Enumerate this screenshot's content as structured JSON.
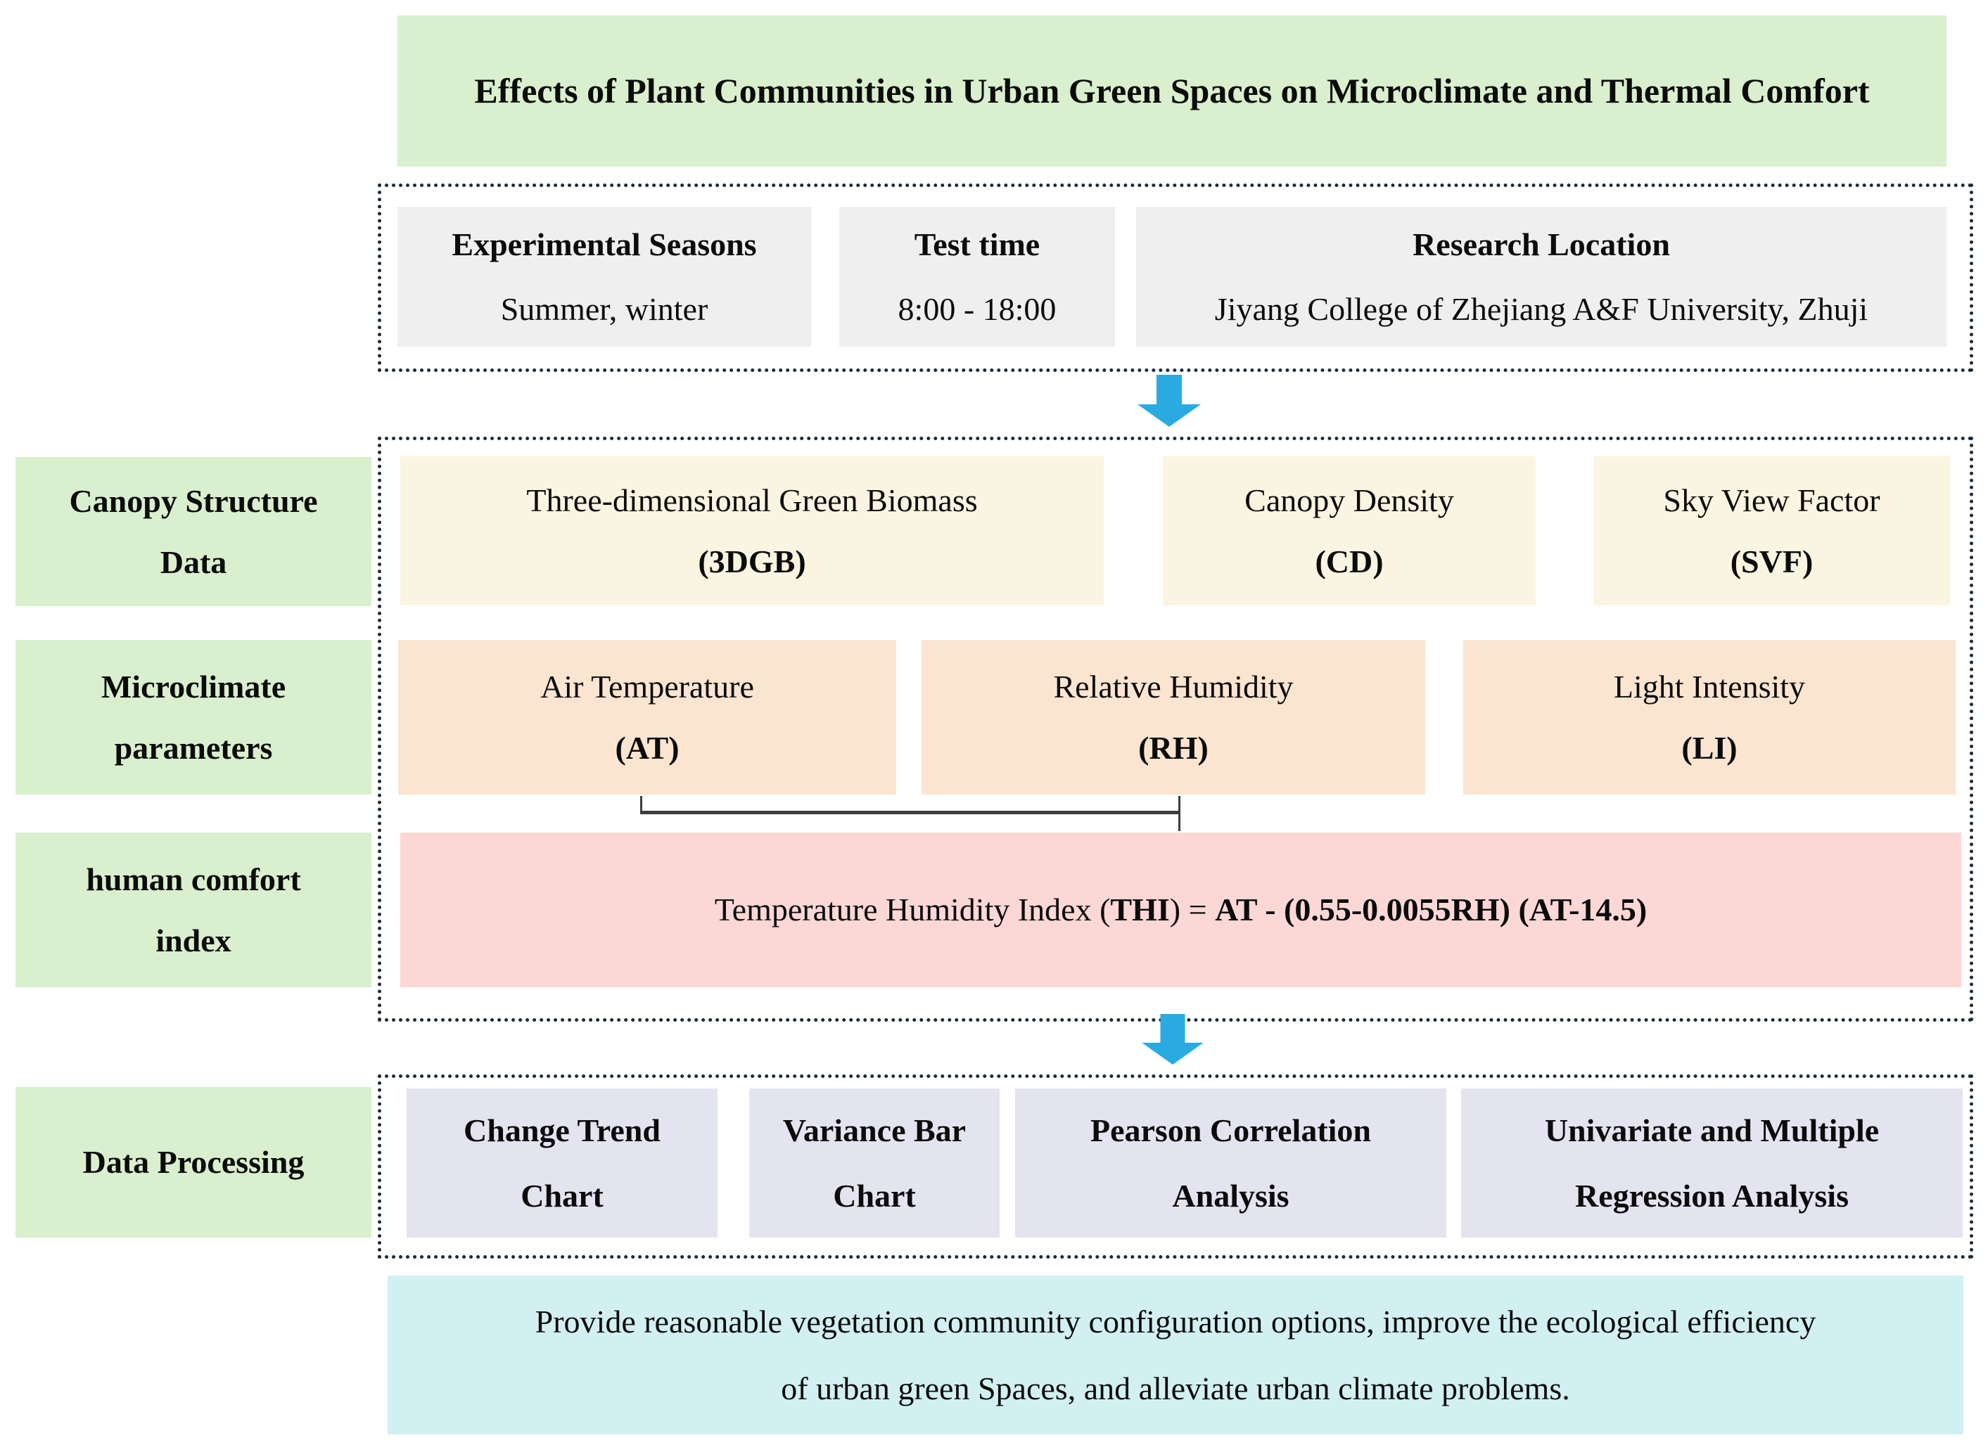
{
  "title": "Effects of Plant Communities in Urban Green Spaces on Microclimate and Thermal Comfort",
  "info": {
    "items": [
      {
        "label": "Experimental Seasons",
        "value": "Summer, winter"
      },
      {
        "label": "Test time",
        "value": "8:00 - 18:00"
      },
      {
        "label": "Research Location",
        "value": "Jiyang College of Zhejiang A&F University, Zhuji"
      }
    ]
  },
  "canopy": {
    "label_line1": "Canopy Structure",
    "label_line2": "Data",
    "boxes": [
      {
        "name": "Three-dimensional Green Biomass",
        "abbr": "(3DGB)"
      },
      {
        "name": "Canopy Density",
        "abbr": "(CD)"
      },
      {
        "name": "Sky View Factor",
        "abbr": "(SVF)"
      }
    ]
  },
  "microclimate": {
    "label_line1": "Microclimate",
    "label_line2": "parameters",
    "boxes": [
      {
        "name": "Air Temperature",
        "abbr": "(AT)"
      },
      {
        "name": "Relative Humidity",
        "abbr": "(RH)"
      },
      {
        "name": "Light Intensity",
        "abbr": "(LI)"
      }
    ]
  },
  "comfort": {
    "label_line1": "human comfort",
    "label_line2": "index",
    "formula_prefix": "Temperature Humidity Index (",
    "formula_abbr": "THI",
    "formula_mid": ") = ",
    "formula_expr": "AT - (0.55-0.0055RH) (AT-14.5)"
  },
  "processing": {
    "label": "Data Processing",
    "boxes": [
      {
        "line1": "Change Trend",
        "line2": "Chart"
      },
      {
        "line1": "Variance Bar",
        "line2": "Chart"
      },
      {
        "line1": "Pearson Correlation",
        "line2": "Analysis"
      },
      {
        "line1": "Univariate and Multiple",
        "line2": "Regression Analysis"
      }
    ]
  },
  "conclusion": {
    "line1": "Provide reasonable vegetation community configuration options, improve the ecological efficiency",
    "line2": "of urban green Spaces, and alleviate urban climate problems."
  },
  "colors": {
    "title_bg": "#d9efce",
    "label_bg": "#d9efce",
    "info_box_bg": "#efefef",
    "canopy_box_bg": "#faf5e1",
    "microclimate_box_bg": "#fce5d0",
    "comfort_box_bg": "#fbd8d6",
    "processing_box_bg": "#e4e4f1",
    "conclusion_bg": "#d2f0f1",
    "arrow": "#29abe2",
    "dotted_border": "#1c2a35"
  }
}
